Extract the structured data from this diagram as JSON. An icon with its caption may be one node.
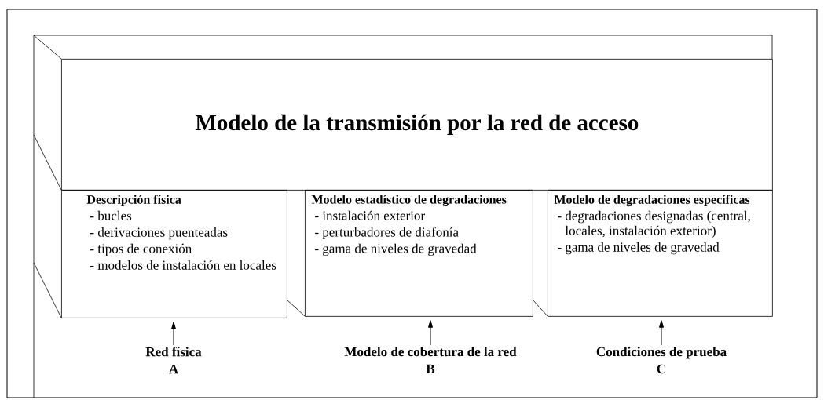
{
  "diagram": {
    "nodes": [
      {
        "text": [
          "Modelo de la transmisión por la red de acceso"
        ]
      },
      {
        "text": [
          "Descripción física",
          "- bucles",
          "- derivaciones puenteadas",
          "- tipos de conexión",
          "- modelos de instalación en locales"
        ]
      },
      {
        "text": [
          "Modelo estadístico de degradaciones",
          "- instalación exterior",
          "- perturbadores de diafonía",
          "- gama de niveles de gravedad"
        ]
      },
      {
        "text": [
          "Modelo de degradaciones específicas",
          "- degradaciones designadas (central, locales, instalación exterior)",
          "- gama de niveles de gravedad"
        ]
      },
      {
        "text": [
          "Red física",
          "A"
        ]
      },
      {
        "text": [
          "Modelo de cobertura de la red",
          "B"
        ]
      },
      {
        "text": [
          "Condiciones de prueba",
          "C"
        ]
      }
    ],
    "edges": [
      {
        "from": 4,
        "to": 1,
        "arrow": "to"
      },
      {
        "from": 5,
        "to": 2,
        "arrow": "to"
      },
      {
        "from": 6,
        "to": 3,
        "arrow": "to"
      }
    ]
  }
}
